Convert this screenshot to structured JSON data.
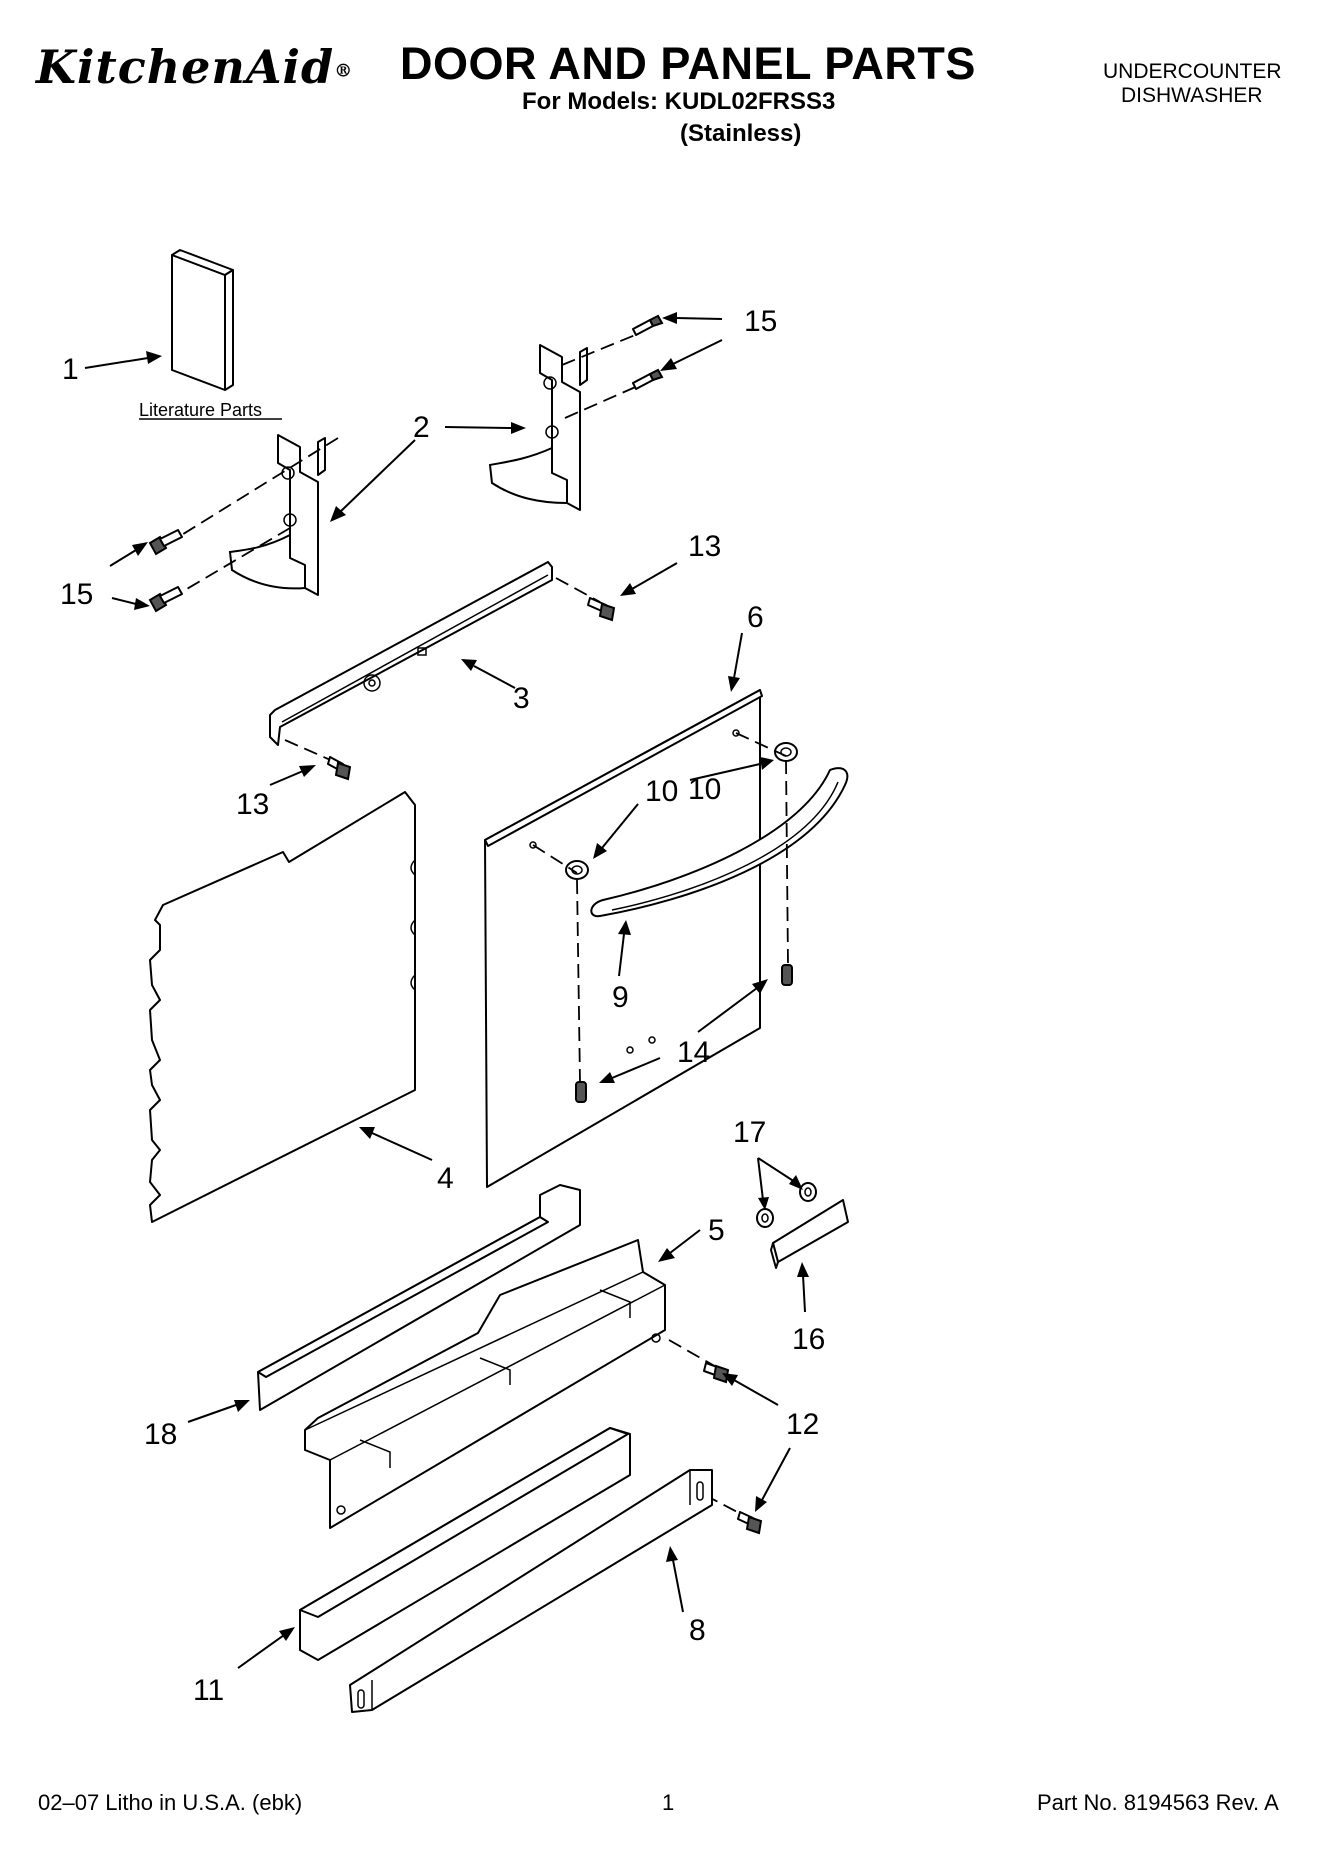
{
  "header": {
    "brand": "KitchenAid",
    "title": "DOOR AND PANEL PARTS",
    "models_line": "For Models: KUDL02FRSS3",
    "variant_line": "(Stainless)",
    "appliance_line1": "UNDERCOUNTER",
    "appliance_line2": "DISHWASHER"
  },
  "diagram": {
    "literature_label": "Literature Parts",
    "callouts": {
      "p1": "1",
      "p2": "2",
      "p3": "3",
      "p4": "4",
      "p5": "5",
      "p6": "6",
      "p8": "8",
      "p9": "9",
      "p10a": "10",
      "p10b": "10",
      "p11": "11",
      "p12": "12",
      "p13a": "13",
      "p13b": "13",
      "p14": "14",
      "p15a": "15",
      "p15b": "15",
      "p16": "16",
      "p17": "17",
      "p18": "18"
    }
  },
  "footer": {
    "left": "02–07 Litho in U.S.A. (ebk)",
    "page": "1",
    "right": "Part No. 8194563 Rev. A"
  }
}
